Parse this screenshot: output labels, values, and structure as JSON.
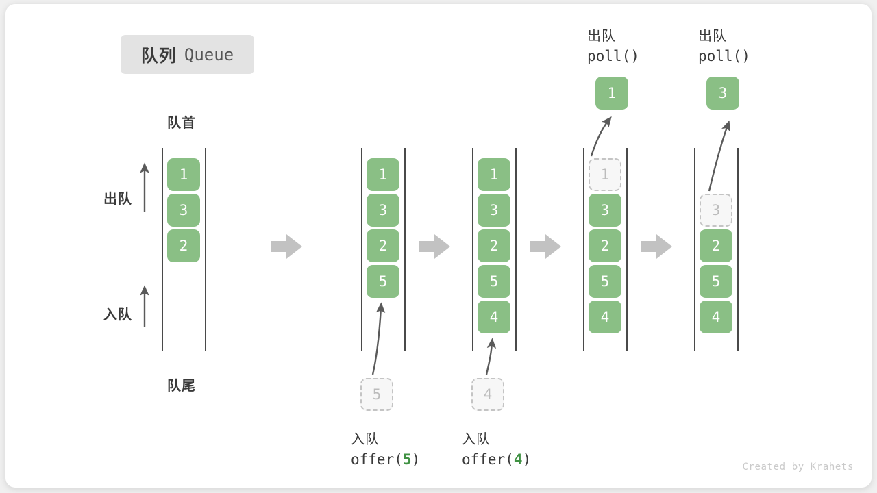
{
  "title": {
    "cn": "队列",
    "en": "Queue"
  },
  "footer": "Created by Krahets",
  "colors": {
    "cell_green": "#8abf85",
    "ghost_fill": "#f7f7f7",
    "ghost_border": "#c4c4c4",
    "rail": "#4a4a4a",
    "big_arrow": "#c2c2c2",
    "badge_bg": "#e3e3e3",
    "arg_green": "#3f9142",
    "text_dark": "#3a3a3a"
  },
  "labels": {
    "front": "队首",
    "rear": "队尾",
    "dequeue": "出队",
    "enqueue": "入队"
  },
  "stages": [
    {
      "id": "initial",
      "cells": [
        "1",
        "3",
        "2"
      ],
      "ghost_index": null,
      "op_cn": null,
      "op_code": null,
      "op_arg": null,
      "pending": null,
      "result": null
    },
    {
      "id": "offer-5",
      "cells": [
        "1",
        "3",
        "2",
        "5"
      ],
      "ghost_index": null,
      "op_cn": "入队",
      "op_code_prefix": "offer(",
      "op_arg": "5",
      "op_code_suffix": ")",
      "pending": "5",
      "result": null
    },
    {
      "id": "offer-4",
      "cells": [
        "1",
        "3",
        "2",
        "5",
        "4"
      ],
      "ghost_index": null,
      "op_cn": "入队",
      "op_code_prefix": "offer(",
      "op_arg": "4",
      "op_code_suffix": ")",
      "pending": "4",
      "result": null
    },
    {
      "id": "poll-1",
      "cells": [
        "1",
        "3",
        "2",
        "5",
        "4"
      ],
      "ghost_index": 0,
      "op_cn": "出队",
      "op_code_prefix": "poll(",
      "op_arg": "",
      "op_code_suffix": ")",
      "pending": null,
      "result": "1"
    },
    {
      "id": "poll-3",
      "cells": [
        "3",
        "2",
        "5",
        "4"
      ],
      "ghost_index": 0,
      "op_cn": "出队",
      "op_code_prefix": "poll(",
      "op_arg": "",
      "op_code_suffix": ")",
      "pending": null,
      "result": "3"
    }
  ]
}
